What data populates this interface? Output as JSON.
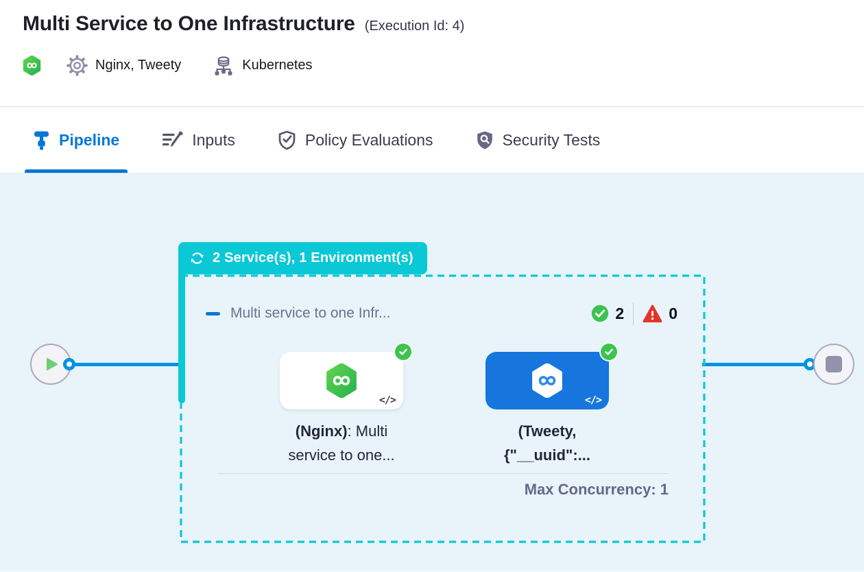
{
  "header": {
    "title": "Multi Service to One Infrastructure",
    "execution_id": "(Execution Id: 4)",
    "services": "Nginx, Tweety",
    "environment": "Kubernetes"
  },
  "tabs": [
    {
      "label": "Pipeline",
      "active": true
    },
    {
      "label": "Inputs",
      "active": false
    },
    {
      "label": "Policy Evaluations",
      "active": false
    },
    {
      "label": "Security Tests",
      "active": false
    }
  ],
  "pipeline": {
    "group_badge": "2 Service(s), 1 Environment(s)",
    "stage_title": "Multi service to one Infr...",
    "success_count": "2",
    "failed_count": "0",
    "max_concurrency": "Max Concurrency: 1",
    "code_glyph": "</>",
    "nodes": [
      {
        "name": "nginx",
        "label_bold": "(Nginx)",
        "label_rest": ": Multi",
        "label_line2": "service to one..."
      },
      {
        "name": "tweety",
        "label_line1": "(Tweety,",
        "label_line2": "{\"__uuid\":..."
      }
    ]
  },
  "colors": {
    "accent_blue": "#0278D5",
    "connector_blue": "#0092E4",
    "group_teal": "#0BC8D6",
    "success_green": "#3EC34E",
    "error_red": "#E3342A",
    "selected_node_blue": "#1676DE",
    "canvas_bg": "#E8F4FA"
  }
}
